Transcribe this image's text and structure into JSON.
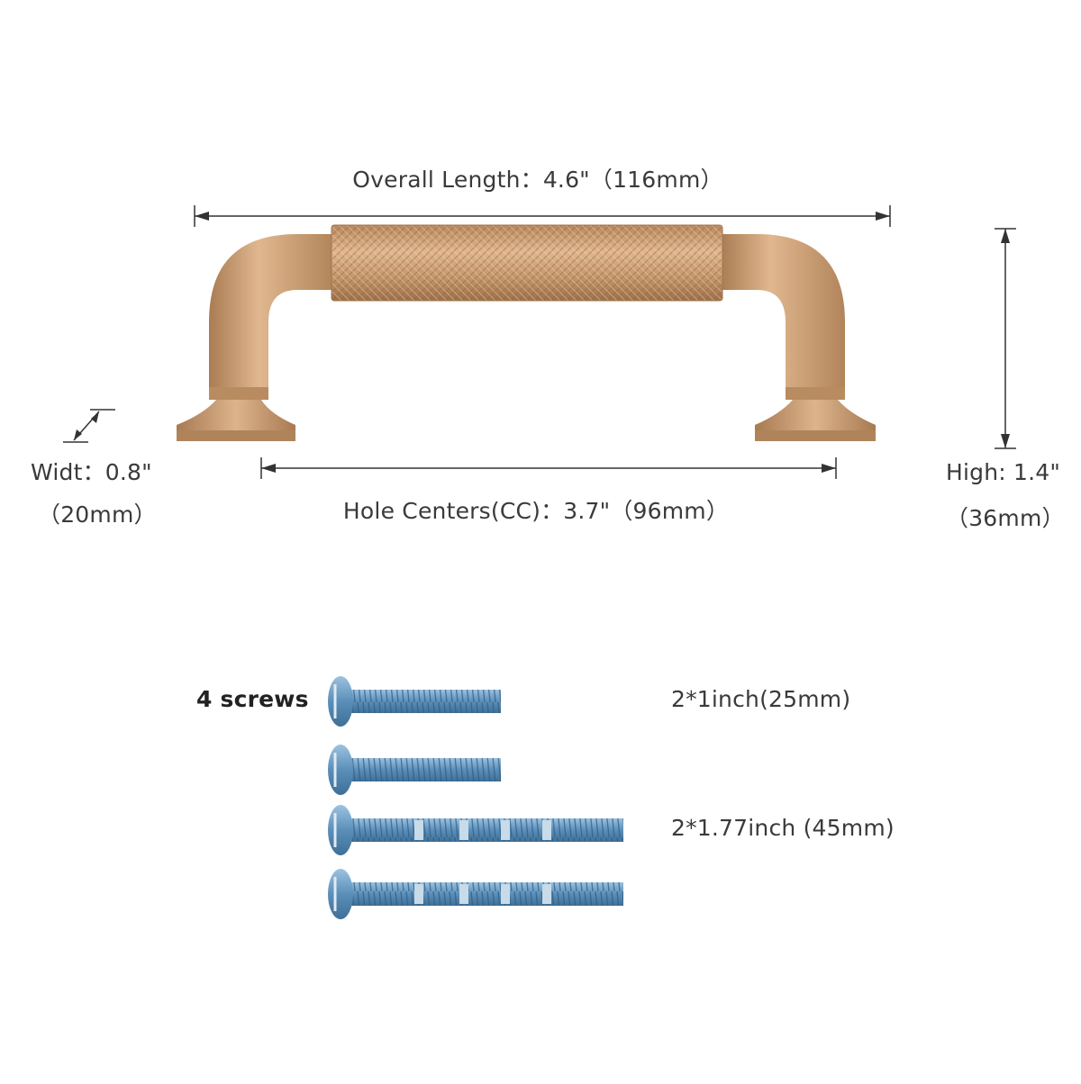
{
  "dimensions": {
    "overall_length": "Overall Length：4.6\"（116mm）",
    "hole_centers": "Hole Centers(CC)：3.7\"（96mm）",
    "width_line1": "Widt：0.8\"",
    "width_line2": "（20mm）",
    "height_line1": "High: 1.4\"",
    "height_line2": "（36mm）"
  },
  "screws": {
    "heading": "4 screws",
    "short_label": "2*1inch(25mm)",
    "long_label": "2*1.77inch (45mm)"
  },
  "colors": {
    "brass": "#c9986a",
    "screw": "#6e9ec4",
    "dimension_line": "#333333"
  }
}
